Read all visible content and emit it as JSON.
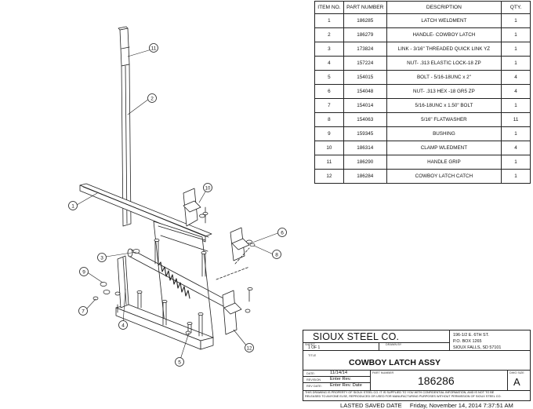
{
  "bom": {
    "headers": [
      "ITEM NO.",
      "PART NUMBER",
      "DESCRIPTION",
      "QTY."
    ],
    "rows": [
      {
        "item": "1",
        "part": "186285",
        "desc": "LATCH WELDMENT",
        "qty": "1"
      },
      {
        "item": "2",
        "part": "186279",
        "desc": "HANDLE- COWBOY LATCH",
        "qty": "1"
      },
      {
        "item": "3",
        "part": "173824",
        "desc": "LINK - 3/16\" THREADED QUICK LINK YZ",
        "qty": "1"
      },
      {
        "item": "4",
        "part": "157224",
        "desc": "NUT- .313 ELASTIC LOCK-18 ZP",
        "qty": "1"
      },
      {
        "item": "5",
        "part": "154015",
        "desc": "BOLT - 5/16-18UNC x 2\"",
        "qty": "4"
      },
      {
        "item": "6",
        "part": "154048",
        "desc": "NUT- .313 HEX -18 GR5 ZP",
        "qty": "4"
      },
      {
        "item": "7",
        "part": "154014",
        "desc": "5/16-18UNC x 1.50\" BOLT",
        "qty": "1"
      },
      {
        "item": "8",
        "part": "154063",
        "desc": "5/16\" FLATWASHER",
        "qty": "11"
      },
      {
        "item": "9",
        "part": "159345",
        "desc": "BUSHING",
        "qty": "1"
      },
      {
        "item": "10",
        "part": "186314",
        "desc": "CLAMP WLEDMENT",
        "qty": "4"
      },
      {
        "item": "11",
        "part": "186290",
        "desc": "HANDLE GRIP",
        "qty": "1"
      },
      {
        "item": "12",
        "part": "186284",
        "desc": "COWBOY LATCH CATCH",
        "qty": "1"
      }
    ]
  },
  "title_block": {
    "company": "SIOUX STEEL CO.",
    "address1": "196-1/2 E. 6TH ST.",
    "address2": "P.O. BOX 1265",
    "address3": "SIOUX FALLS, SD 57101",
    "sheet_label": "SHEET",
    "sheet_value": "1 OF 1",
    "drawn_by_label": "DRAWN BY",
    "title_label": "TITLE",
    "title": "COWBOY LATCH ASSY",
    "date_label": "DATE:",
    "date_value": "11/14/14",
    "revision_label": "REVISION",
    "revision_value": "Enter Rev.",
    "rev_date_label": "REV DATE:",
    "rev_date_value": "Enter Rev. Date",
    "part_number_label": "PART NUMBER",
    "part_number": "186286",
    "dwg_size_label": "DWG SIZE",
    "dwg_size": "A",
    "disclaimer1": "THIS DRAWING IS PROPERTY OF SIOUX STEEL CO. IT IS SUPPLIED TO YOU WITH CONFIDENTIAL INFORMATION, AND IS NOT TO BE",
    "disclaimer2": "RELEASED TO ANYONE ELSE, REPRODUCED OR USED FOR MANUFACTURING PURPOSES WITHOUT PERMISSION OF SIOUX STEEL CO."
  },
  "footer": {
    "saved_label": "LASTED SAVED DATE",
    "saved_value": "Friday, November 14, 2014 7:37:51 AM"
  },
  "balloons": [
    "1",
    "2",
    "3",
    "4",
    "5",
    "6",
    "7",
    "8",
    "9",
    "10",
    "11",
    "12"
  ]
}
